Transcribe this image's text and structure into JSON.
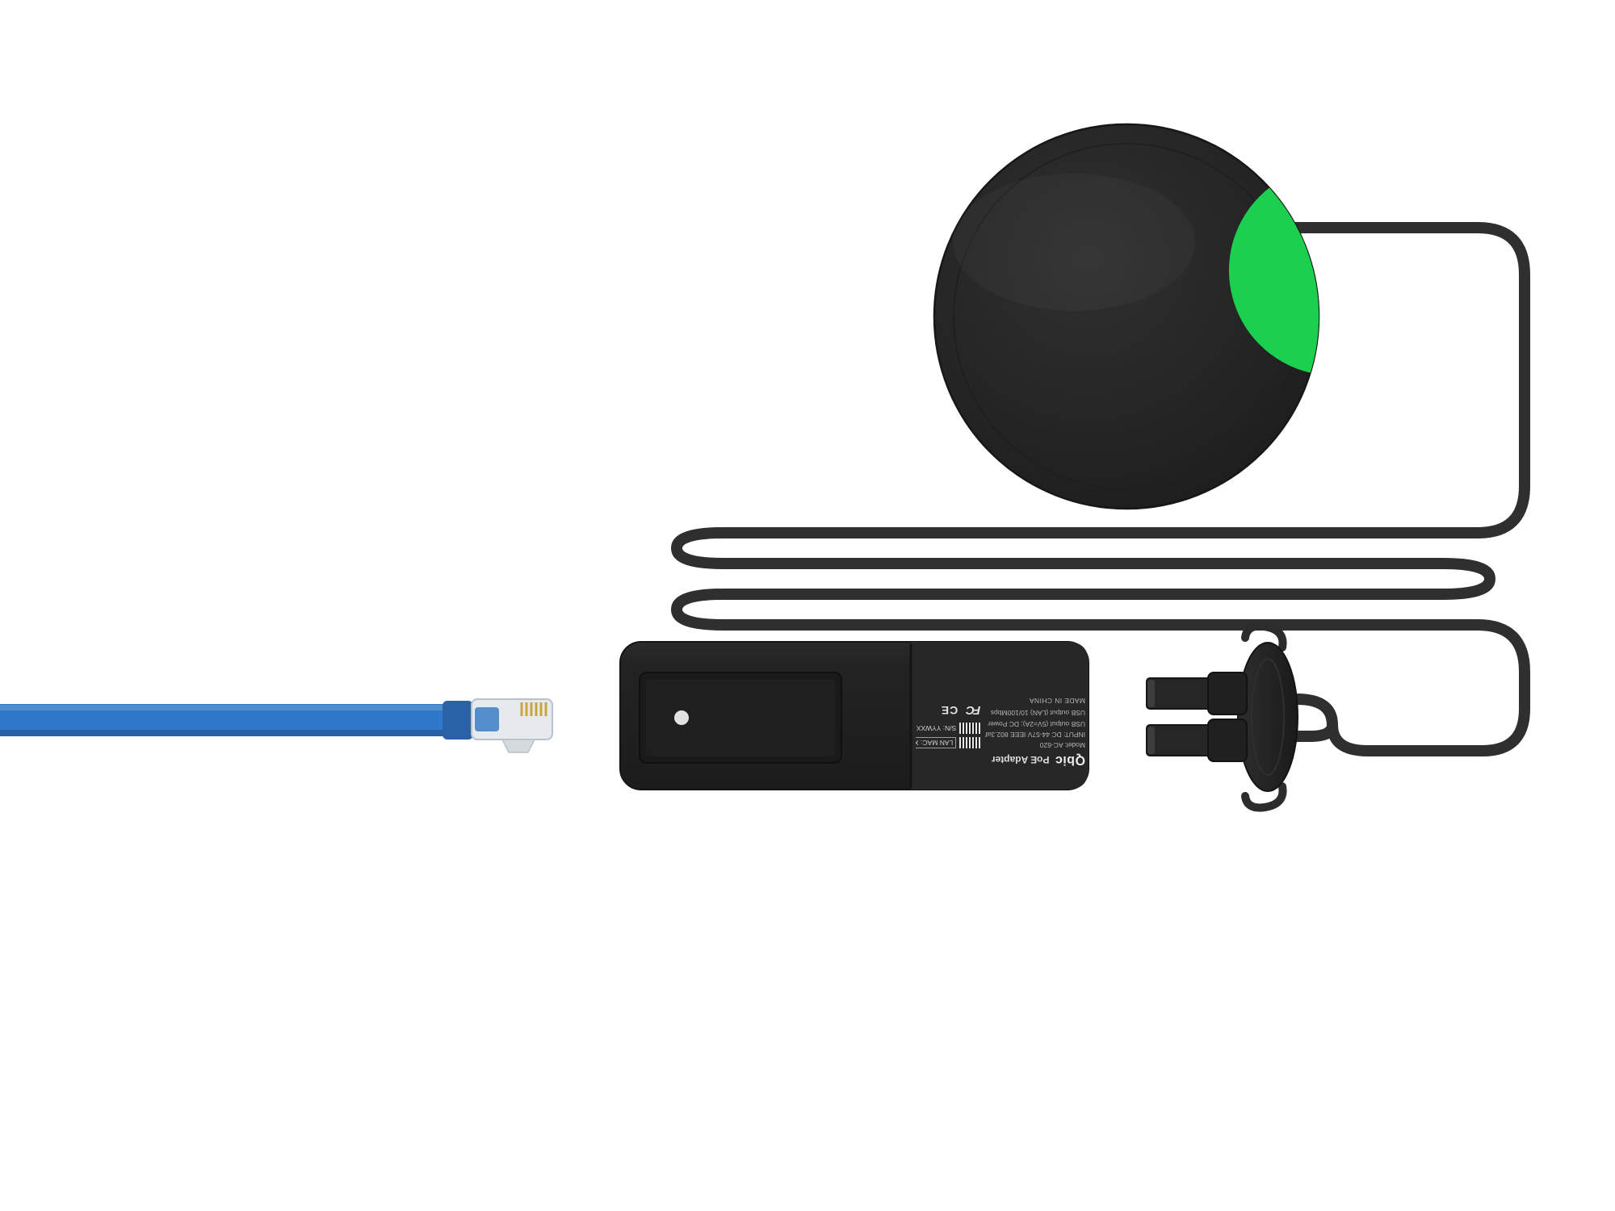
{
  "colors": {
    "background": "#ffffff",
    "device_body": "#232323",
    "cable": "#2f2f2f",
    "accent_green": "#1bcf4f",
    "ethernet_blue": "#3079c8"
  },
  "adapter_label": {
    "brand": "Qbic",
    "product_name": "PoE Adapter",
    "model": "Model: AC-620",
    "input_spec": "INPUT: DC 44-57V IEEE 802.3af",
    "usb_power_spec": "USB output (5V=2A); DC Power",
    "usb_lan_spec": "USB output (LAN) 10/100Mbps",
    "made_in": "MADE IN CHINA",
    "lan_mac": "LAN MAC: X",
    "serial": "S/N: YYWXX",
    "fcc_mark": "FC",
    "ce_mark": "CE"
  }
}
